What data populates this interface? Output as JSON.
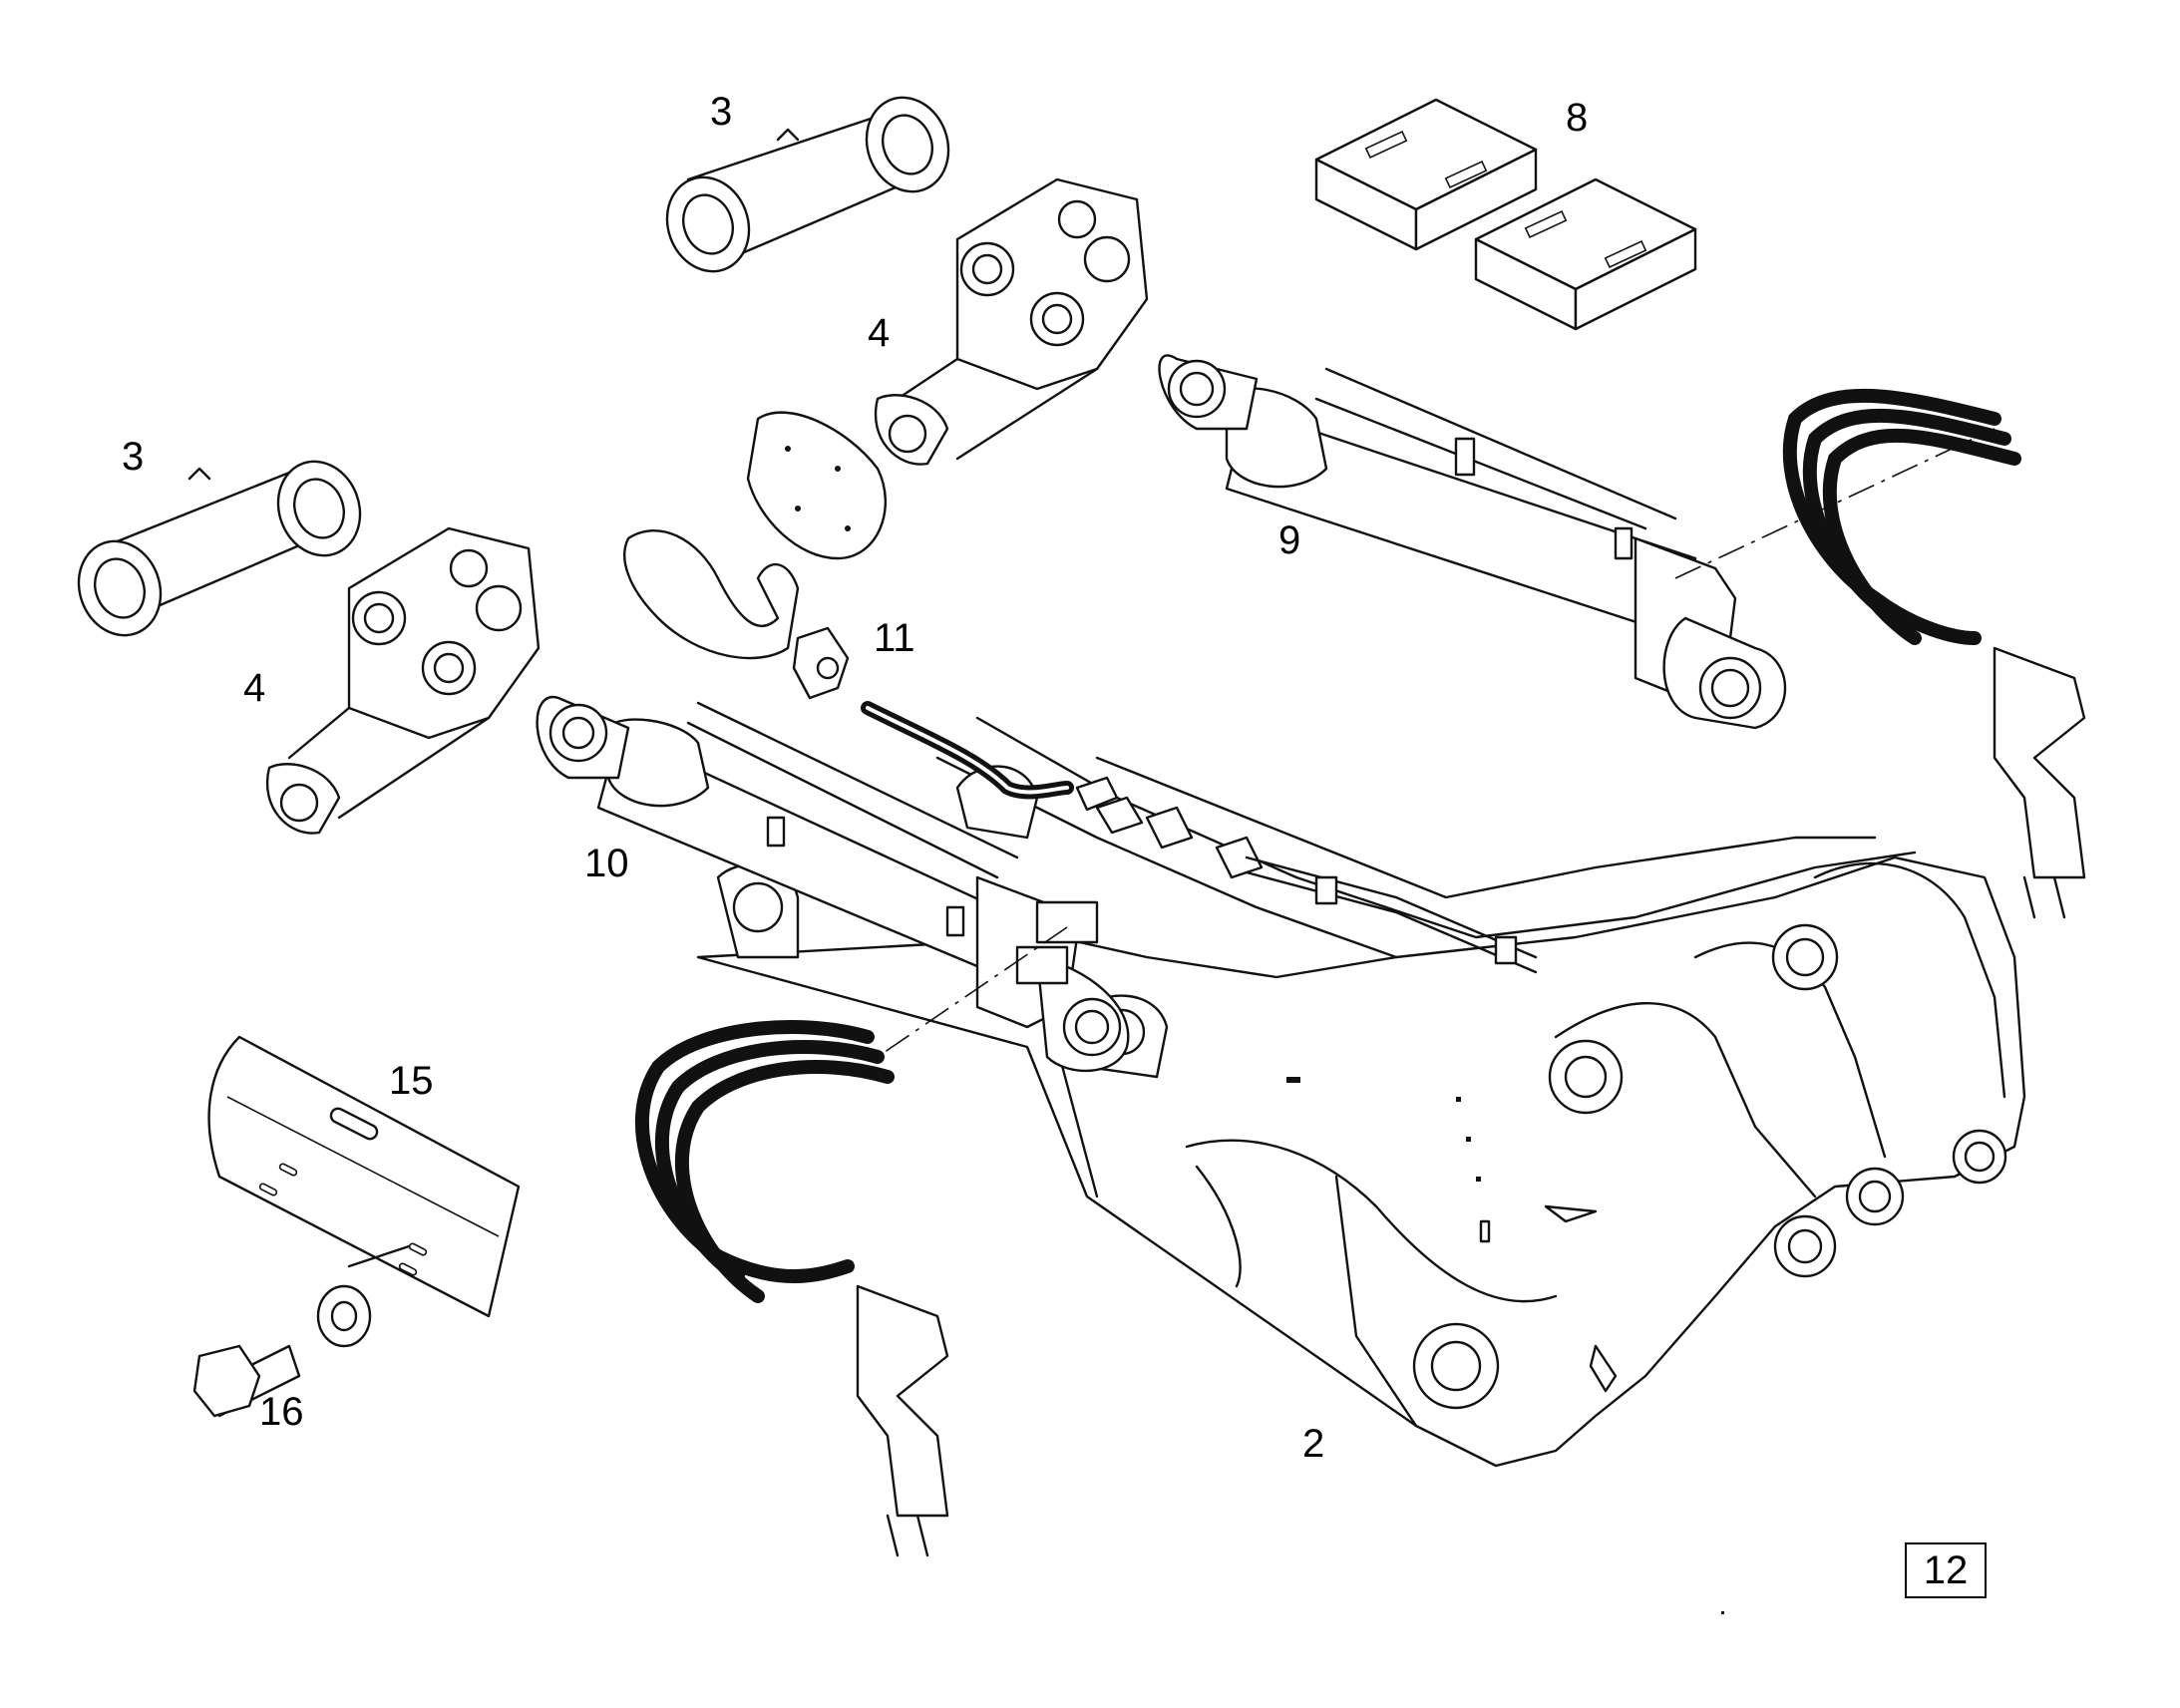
{
  "diagram": {
    "callouts": {
      "pin_top": "3",
      "pin_left": "3",
      "bracket_top": "4",
      "bracket_left": "4",
      "control_valve_blocks": "8",
      "cylinder_right": "9",
      "cylinder_left": "10",
      "hose_fitting": "11",
      "cover_plate": "15",
      "bolt": "16",
      "boom_frame": "2"
    },
    "page_number": "12"
  }
}
